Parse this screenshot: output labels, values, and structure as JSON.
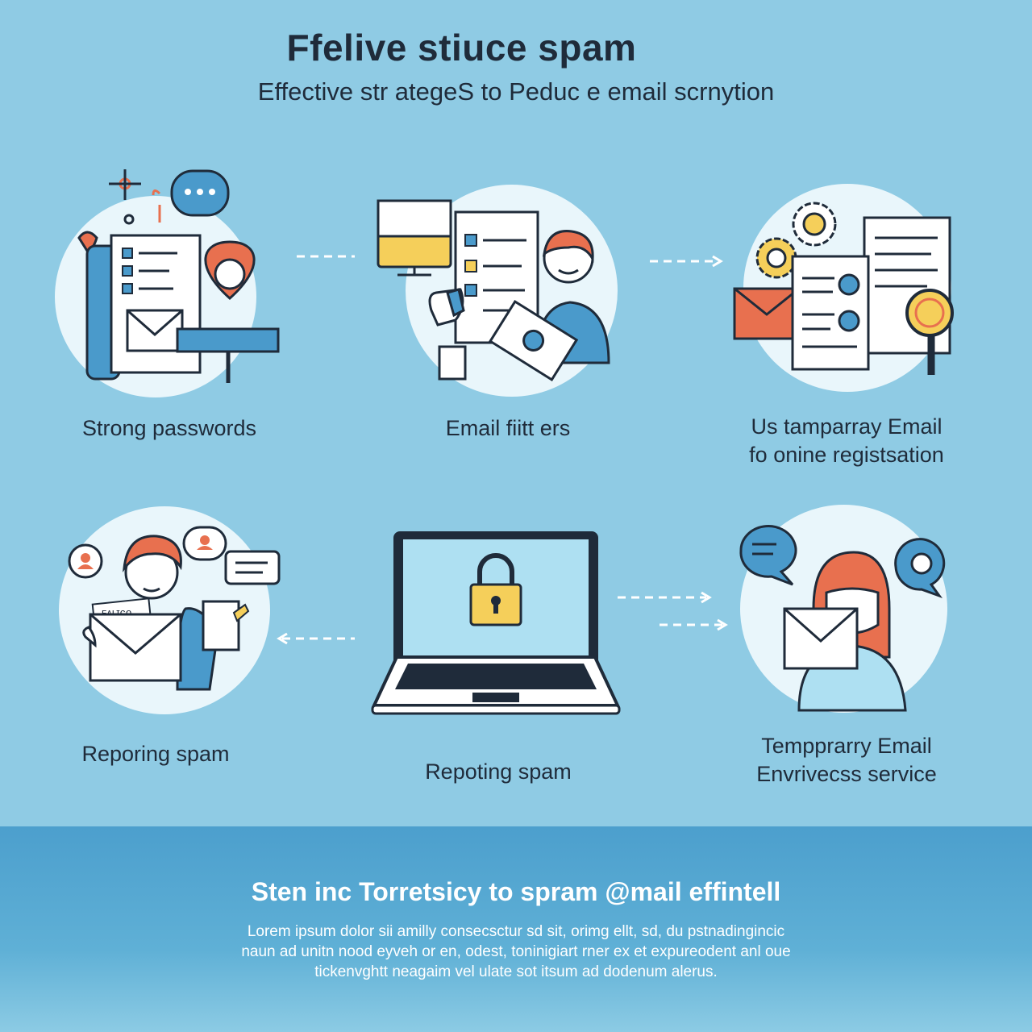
{
  "header": {
    "title": "Ffelive stiuce spam",
    "subtitle": "Effective str ategeS to Peduc e email scrnytion"
  },
  "steps": [
    {
      "label": "Strong passwords",
      "icon": "document-location-pin-icon"
    },
    {
      "label": "Email fiitt ers",
      "icon": "person-checklist-icon"
    },
    {
      "label_line1": "Us tamparray Email",
      "label_line2": "fo onine registsation",
      "icon": "gears-documents-magnifier-icon"
    },
    {
      "label": "Reporing spam",
      "icon": "person-envelope-icon"
    },
    {
      "label": "Repoting spam",
      "icon": "laptop-padlock-icon"
    },
    {
      "label_line1": "Tempprarry Email",
      "label_line2": "Envrivecss service",
      "icon": "woman-envelope-icon"
    }
  ],
  "doodle_text": "ᴇᴀʟɪɢᴏ",
  "footer": {
    "heading": "Sten inc Torretsicy to spram @mail effintell",
    "body_line1": "Lorem ipsum dolor sii amilly consecsctur sd sit, orimg ellt, sd, du pstnadingincic",
    "body_line2": "naun ad unitn nood eyveh or en, odest, toninigiart rner ex et expureodent anl oue",
    "body_line3": "tickenvghtt neagaim vel ulate sot itsum ad dodenum alerus."
  },
  "colors": {
    "background": "#8fcbe4",
    "circle": "#e9f6fb",
    "accent_orange": "#e8704f",
    "accent_blue": "#4a9acb",
    "accent_yellow": "#f5cf5a",
    "outline": "#1f2b3a"
  }
}
